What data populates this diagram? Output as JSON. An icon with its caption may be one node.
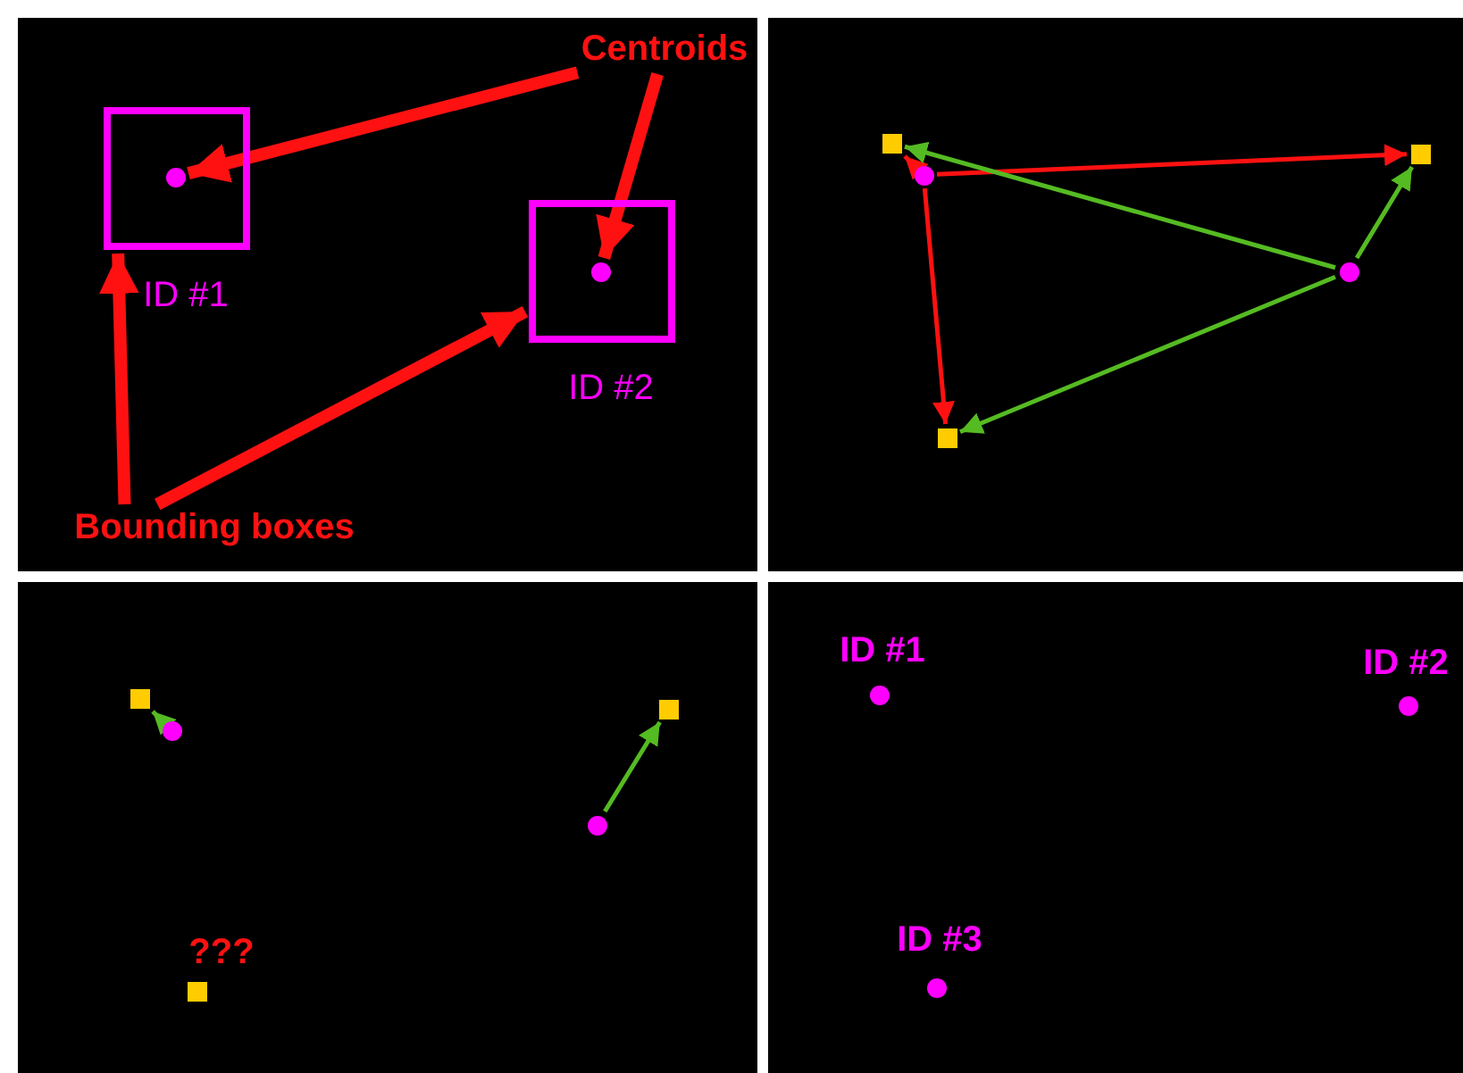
{
  "diagram": {
    "nodes": [
      {
        "text": [
          "Centroids"
        ]
      },
      {
        "text": [
          "ID #1"
        ]
      },
      {
        "text": [],
        "shape": "circle",
        "in": 1
      },
      {
        "text": [
          "ID #2"
        ]
      },
      {
        "text": [],
        "shape": "circle",
        "in": 3
      },
      {
        "text": [
          "Bounding boxes"
        ]
      },
      {
        "text": [],
        "shape": "box"
      },
      {
        "text": [],
        "shape": "circle"
      },
      {
        "text": [],
        "shape": "box"
      },
      {
        "text": [],
        "shape": "circle"
      },
      {
        "text": [],
        "shape": "box"
      },
      {
        "text": [],
        "shape": "box"
      },
      {
        "text": [],
        "shape": "circle"
      },
      {
        "text": [],
        "shape": "box"
      },
      {
        "text": [],
        "shape": "circle"
      },
      {
        "text": [],
        "shape": "box",
        "beside": [
          "???"
        ]
      },
      {
        "text": [],
        "shape": "circle",
        "beside": [
          "ID #1"
        ]
      },
      {
        "text": [],
        "shape": "circle",
        "beside": [
          "ID #2"
        ]
      },
      {
        "text": [],
        "shape": "circle",
        "beside": [
          "ID #3"
        ]
      }
    ],
    "edges": [
      {
        "from": 0,
        "to": 2,
        "arrow": "to",
        "style": "thick"
      },
      {
        "from": 0,
        "to": 4,
        "arrow": "to",
        "style": "thick"
      },
      {
        "from": 5,
        "to": 1,
        "arrow": "to",
        "style": "thick"
      },
      {
        "from": 5,
        "to": 3,
        "arrow": "to",
        "style": "thick"
      },
      {
        "from": 7,
        "to": 6,
        "arrow": "to"
      },
      {
        "from": 7,
        "to": 8,
        "arrow": "to"
      },
      {
        "from": 7,
        "to": 10,
        "arrow": "to"
      },
      {
        "from": 9,
        "to": 6,
        "arrow": "to",
        "color": "#55bb22"
      },
      {
        "from": 9,
        "to": 8,
        "arrow": "to",
        "color": "#55bb22"
      },
      {
        "from": 9,
        "to": 10,
        "arrow": "to",
        "color": "#55bb22"
      },
      {
        "from": 12,
        "to": 11,
        "arrow": "to",
        "color": "#55bb22"
      },
      {
        "from": 14,
        "to": 13,
        "arrow": "to",
        "color": "#55bb22"
      }
    ]
  }
}
